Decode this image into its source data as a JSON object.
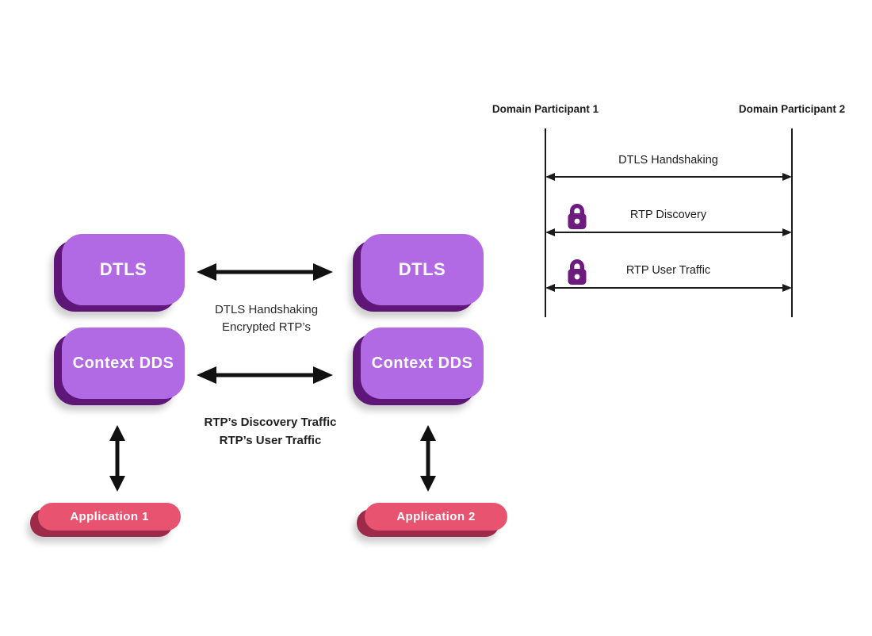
{
  "colors": {
    "box_fill": "#b16ae3",
    "box_edge": "#5e1778",
    "pill_fill": "#e8546f",
    "pill_edge": "#9c2a48",
    "lock": "#6e1b80",
    "arrow": "#111111",
    "label_text": "#2b2b2b"
  },
  "stacks": {
    "left": {
      "dtls": "DTLS",
      "context": "Context DDS",
      "app": "Application 1"
    },
    "right": {
      "dtls": "DTLS",
      "context": "Context DDS",
      "app": "Application 2"
    }
  },
  "link_labels": {
    "dtls_line1": "DTLS Handshaking",
    "dtls_line2": "Encrypted RTP’s",
    "rtp_line1": "RTP’s Discovery Traffic",
    "rtp_line2": "RTP’s User Traffic"
  },
  "sequence": {
    "participant1": "Domain Participant 1",
    "participant2": "Domain Participant 2",
    "messages": [
      {
        "label": "DTLS Handshaking",
        "lock": false
      },
      {
        "label": "RTP Discovery",
        "lock": true
      },
      {
        "label": "RTP User Traffic",
        "lock": true
      }
    ]
  }
}
